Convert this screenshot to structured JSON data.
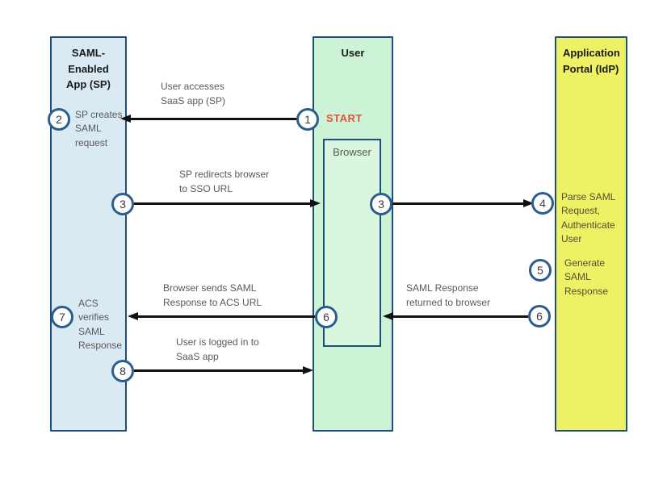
{
  "diagram": {
    "title_semantic": "SAML SSO authentication flow",
    "lanes": {
      "sp": {
        "title": "SAML-\nEnabled\nApp (SP)"
      },
      "user": {
        "title": "User"
      },
      "idp": {
        "title": "Application\nPortal (IdP)"
      }
    },
    "browser": {
      "label": "Browser"
    },
    "start_label": "START",
    "steps": {
      "s1": {
        "num": "1"
      },
      "s2": {
        "num": "2",
        "text": "SP creates\nSAML\nrequest"
      },
      "s3_sp": {
        "num": "3"
      },
      "s3_user": {
        "num": "3"
      },
      "s4": {
        "num": "4",
        "text": "Parse SAML\nRequest,\nAuthenticate\nUser"
      },
      "s5": {
        "num": "5",
        "text": "Generate\nSAML\nResponse"
      },
      "s6_idp": {
        "num": "6"
      },
      "s6_user": {
        "num": "6"
      },
      "s7": {
        "num": "7",
        "text": "ACS\nverifies\nSAML\nResponse"
      },
      "s8": {
        "num": "8"
      }
    },
    "arrow_labels": {
      "user_accesses": "User accesses\nSaaS app (SP)",
      "sp_redirects": "SP redirects browser\nto SSO URL",
      "response_returned": "SAML Response\nreturned to browser",
      "browser_sends": "Browser sends SAML\nResponse to ACS URL",
      "logged_in": "User is logged in to\nSaaS app"
    },
    "colors": {
      "sp_lane_fill": "#daeaf2",
      "user_lane_fill": "#ccf3d6",
      "browser_fill": "#d9f6de",
      "idp_lane_fill": "#eef164",
      "lane_border": "#1f4e79",
      "circle_border": "#2b5d8f",
      "arrow_color": "#111111",
      "label_gray": "#595959",
      "start_red": "#e3523c"
    }
  }
}
